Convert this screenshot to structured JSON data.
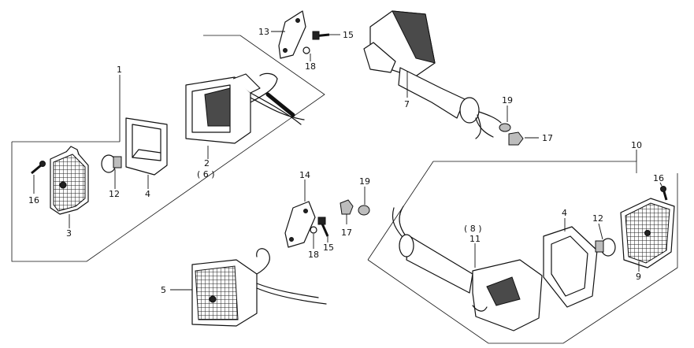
{
  "callouts": {
    "c1": "1",
    "c2": "2",
    "c6": "( 6 )",
    "c3": "3",
    "c4a": "4",
    "c12a": "12",
    "c16a": "16",
    "c13": "13",
    "c15a": "15",
    "c18a": "18",
    "c7": "7",
    "c19a": "19",
    "c17a": "17",
    "c14": "14",
    "c18b": "18",
    "c15b": "15",
    "c17b": "17",
    "c19b": "19",
    "c5": "5",
    "c10": "10",
    "c16b": "16",
    "c12b": "12",
    "c4b": "4",
    "c9": "9",
    "c8": "( 8 )",
    "c11": "11"
  }
}
